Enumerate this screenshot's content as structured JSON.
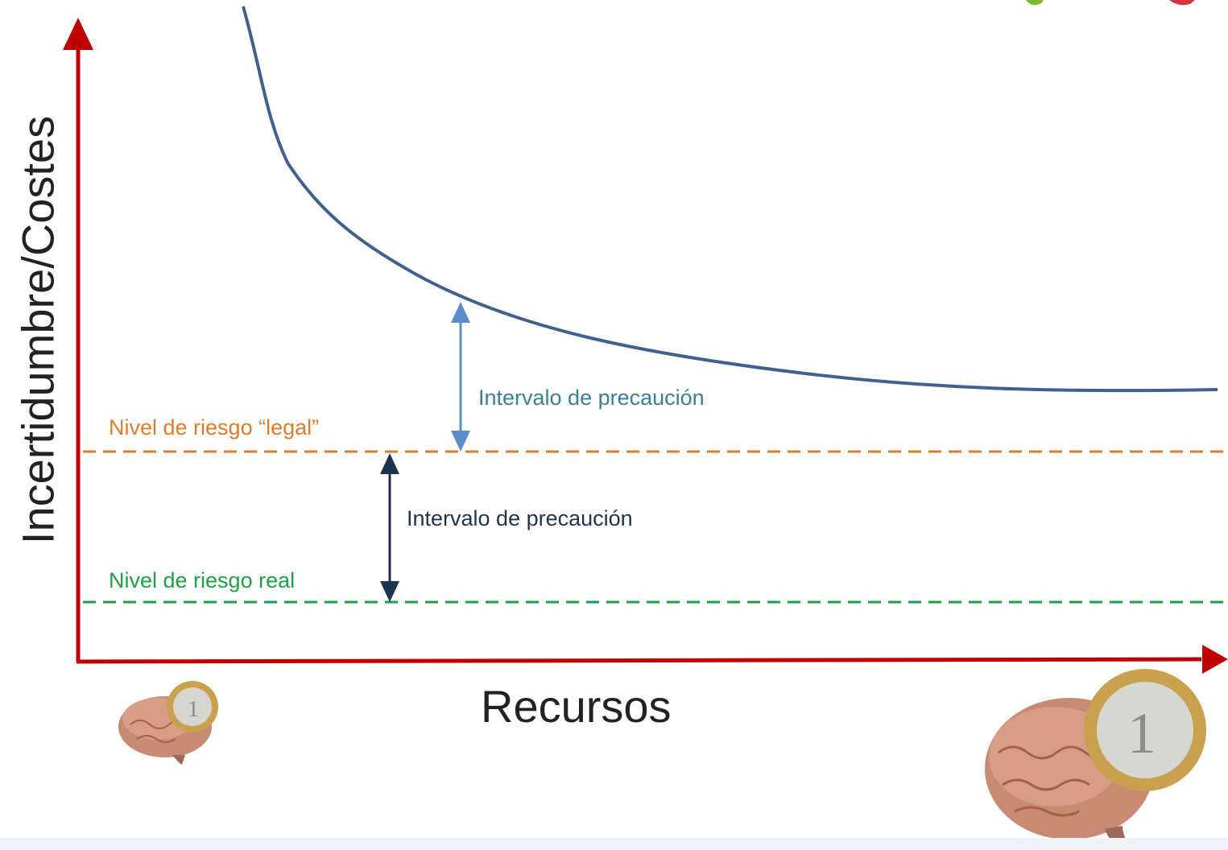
{
  "diagram": {
    "y_axis_label": "Incertidumbre/Costes",
    "x_axis_label": "Recursos",
    "legal_risk_label": "Nivel de riesgo “legal”",
    "real_risk_label": "Nivel de riesgo real",
    "upper_interval_label": "Intervalo de precaución",
    "lower_interval_label": "Intervalo de precaución",
    "icons": [
      "brain-coin-icon-small",
      "brain-coin-icon-large",
      "corner-logo-icon"
    ]
  },
  "colors": {
    "axis": "#c00000",
    "curve": "#3f6090",
    "legal_line": "#e07b27",
    "real_line": "#1aa243",
    "upper_arrow": "#5b8ccc",
    "lower_arrow": "#1f3350",
    "upper_text": "#3a7f9a",
    "lower_text": "#1f3350",
    "legal_text": "#e07b27",
    "real_text": "#1aa243"
  }
}
